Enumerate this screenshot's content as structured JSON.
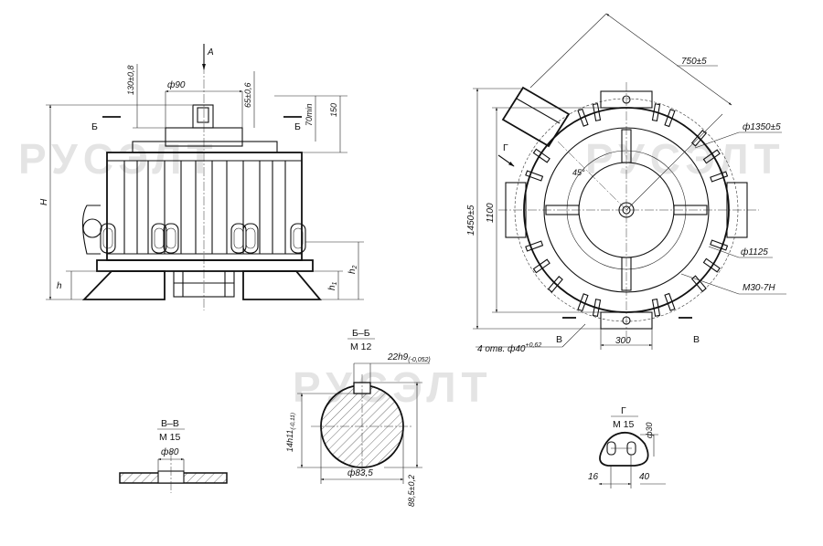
{
  "watermark": "РУСЭЛТ",
  "front_view": {
    "arrow_label": "A",
    "section_mark": "Б",
    "dims": {
      "d90": "ф90",
      "d130": "130±0,8",
      "d65": "65±0,6",
      "d70": "70min",
      "d150": "150",
      "H": "H",
      "h": "h",
      "h1": "h",
      "h1_sub": "1",
      "h2": "h",
      "h2_sub": "2"
    }
  },
  "top_view": {
    "dims": {
      "d750": "750±5",
      "d1350": "ф1350±5",
      "d1450": "1450±5",
      "d1100": "1100",
      "d1125": "ф1125",
      "m30": "M30-7H",
      "angle": "45°",
      "d300": "300",
      "holes": "4 отв. ф40",
      "holes_tol": "+0,62"
    },
    "view_mark_g": "Г",
    "section_mark": "В"
  },
  "section_bb": {
    "title": "Б–Б",
    "scale": "M 12",
    "d22": "22h9",
    "d22_tol": "(-0,052)",
    "d14": "14h11",
    "d14_tol": "(-0,11)",
    "d835": "ф83,5",
    "d885": "88,5±0,2"
  },
  "section_vv": {
    "title": "В–В",
    "scale": "M 15",
    "d80": "ф80"
  },
  "view_g": {
    "title": "Г",
    "scale": "M 15",
    "d30": "ф30",
    "d16": "16",
    "d40": "40"
  }
}
